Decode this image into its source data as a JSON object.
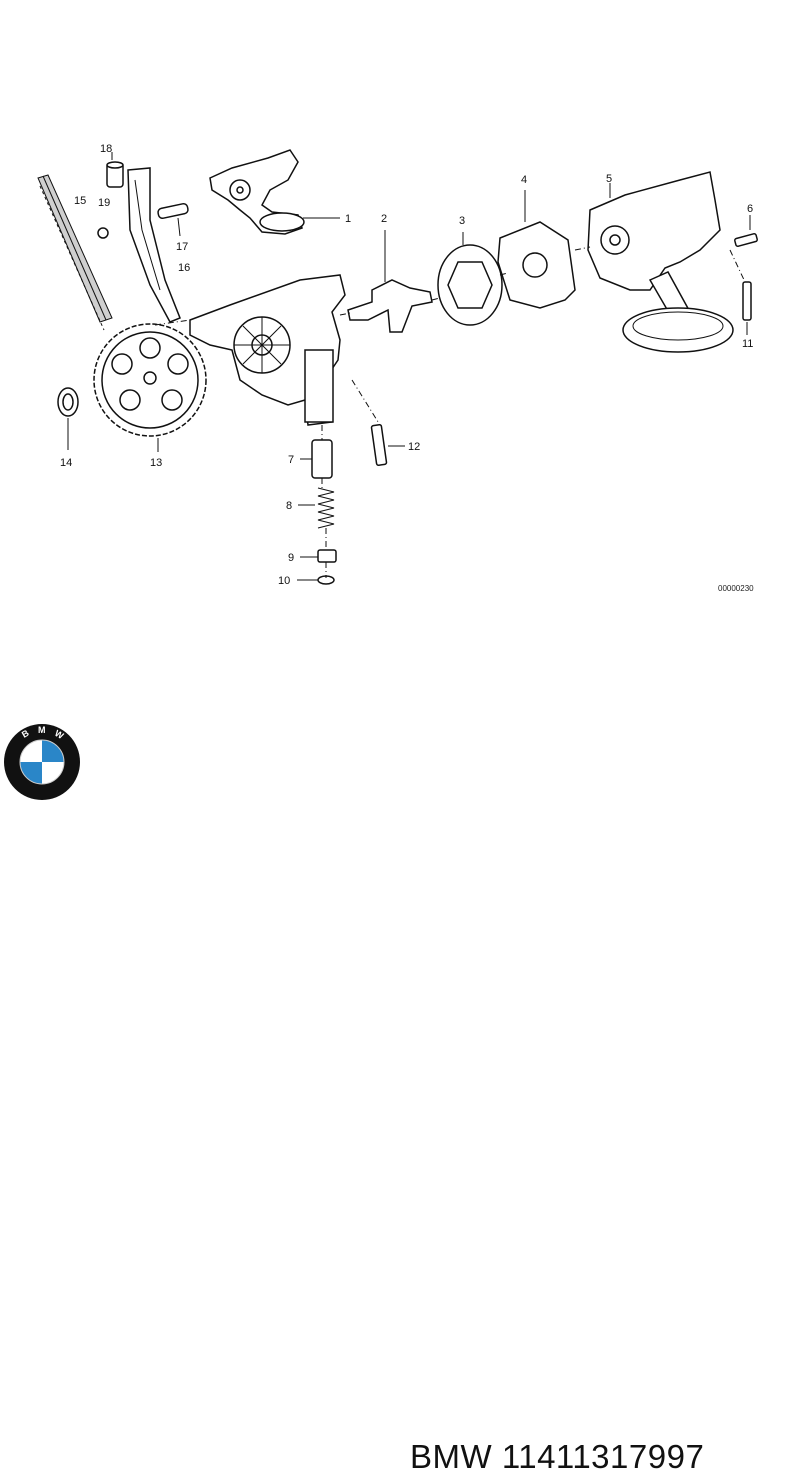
{
  "diagram": {
    "callouts": [
      "1",
      "2",
      "3",
      "4",
      "5",
      "6",
      "7",
      "8",
      "9",
      "10",
      "11",
      "12",
      "13",
      "14",
      "15",
      "16",
      "17",
      "18",
      "19"
    ],
    "reference_code": "00000230"
  },
  "footer": {
    "logo_letters": "BMW",
    "caption": "BMW 11411317997",
    "logo_colors": {
      "ring": "#111111",
      "blue": "#2a86c8",
      "white": "#ffffff"
    }
  }
}
